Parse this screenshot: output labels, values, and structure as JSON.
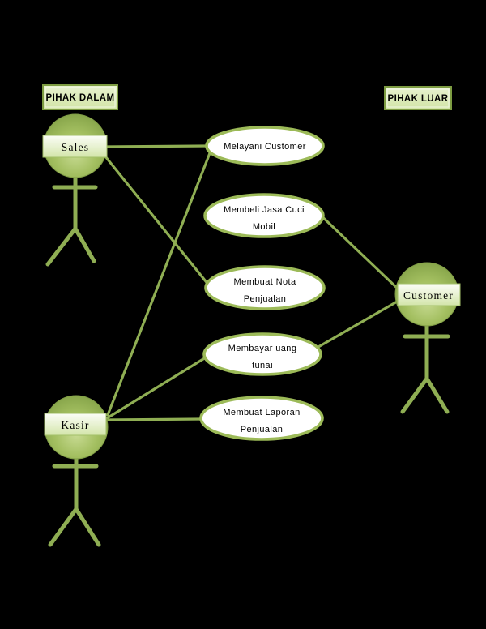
{
  "page": {
    "background_color": "#000000"
  },
  "diagram": {
    "type": "use-case-diagram",
    "colors": {
      "association_line": "#8fae53",
      "actor_figure": "#8fae53",
      "ellipse_border": "#9cba58",
      "ellipse_fill": "#ffffff",
      "head_gradient_light": "#c8db93",
      "head_gradient_dark": "#87a54a",
      "name_box_fill_top": "#fbfdf6",
      "name_box_fill_bottom": "#d3e5a9",
      "group_box_fill": "#dcecc1",
      "group_box_border": "#7d9c42",
      "text_color": "#000000"
    },
    "group_labels": {
      "pihak_dalam": "PIHAK DALAM",
      "pihak_luar": "PIHAK LUAR"
    },
    "actors": {
      "sales": "Sales",
      "kasir": "Kasir",
      "customer": "Customer"
    },
    "use_cases": {
      "melayani": {
        "line1": "Melayani Customer"
      },
      "membeli": {
        "line1": "Membeli Jasa Cuci",
        "line2": "Mobil"
      },
      "nota": {
        "line1": "Membuat Nota",
        "line2": "Penjualan"
      },
      "membayar": {
        "line1": "Membayar uang",
        "line2": "tunai"
      },
      "laporan": {
        "line1": "Membuat Laporan",
        "line2": "Penjualan"
      }
    },
    "associations": [
      "Sales - Melayani Customer",
      "Sales - Membuat Nota Penjualan",
      "Kasir - Melayani Customer",
      "Kasir - Membayar uang tunai",
      "Kasir - Membuat Laporan Penjualan",
      "Customer - Membeli Jasa Cuci Mobil",
      "Customer - Membayar uang tunai"
    ]
  }
}
